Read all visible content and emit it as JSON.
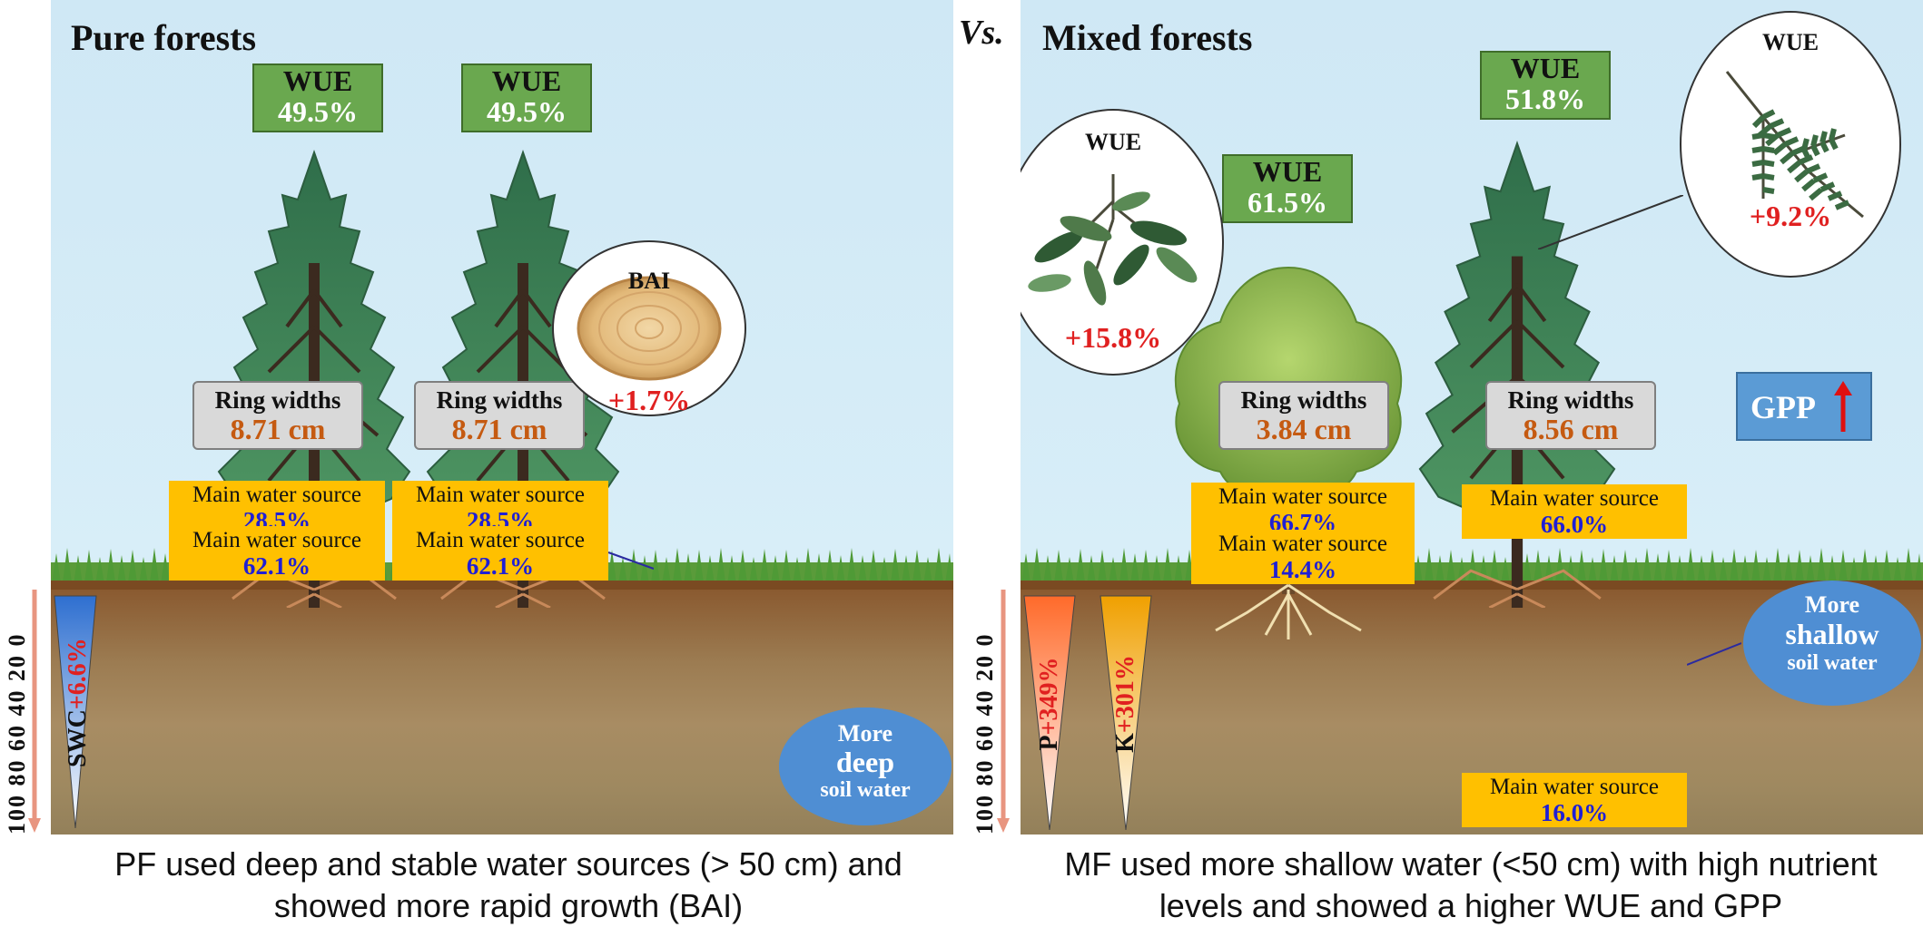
{
  "left_panel": {
    "title": "Pure forests",
    "trees": [
      {
        "wue_label": "WUE",
        "wue_value": "49.5%",
        "ring_label": "Ring widths",
        "ring_value": "8.71 cm",
        "sources": [
          {
            "label": "Main water source",
            "value": "28.5%"
          },
          {
            "label": "Main water source",
            "value": "62.1%"
          }
        ]
      },
      {
        "wue_label": "WUE",
        "wue_value": "49.5%",
        "ring_label": "Ring widths",
        "ring_value": "8.71 cm",
        "sources": [
          {
            "label": "Main water source",
            "value": "28.5%"
          },
          {
            "label": "Main water source",
            "value": "62.1%"
          }
        ]
      }
    ],
    "bai": {
      "label": "BAI",
      "value": "+1.7%"
    },
    "indicator": {
      "label": "SWC",
      "value": "+6.6%"
    },
    "bubble": {
      "line1": "More",
      "line2": "deep",
      "line3": "soil water"
    },
    "depth_axis": "100 80 60 40 20 0",
    "caption": "PF used deep and stable water sources (> 50 cm) and showed more rapid growth (BAI)"
  },
  "vs_label": "Vs.",
  "right_panel": {
    "title": "Mixed forests",
    "broadleaf": {
      "wue_label": "WUE",
      "wue_value": "61.5%",
      "ring_label": "Ring widths",
      "ring_value": "3.84 cm",
      "sources": [
        {
          "label": "Main water source",
          "value": "66.7%"
        },
        {
          "label": "Main water source",
          "value": "14.4%"
        }
      ],
      "leaf_label": "WUE",
      "leaf_value": "+15.8%"
    },
    "conifer": {
      "wue_label": "WUE",
      "wue_value": "51.8%",
      "ring_label": "Ring widths",
      "ring_value": "8.56 cm",
      "sources": [
        {
          "label": "Main water source",
          "value": "66.0%"
        },
        {
          "label": "Main water source",
          "value": "16.0%"
        }
      ],
      "leaf_label": "WUE",
      "leaf_value": "+9.2%"
    },
    "gpp_label": "GPP",
    "indicators": [
      {
        "label": "P",
        "value": "+349%"
      },
      {
        "label": "K",
        "value": "+301%"
      }
    ],
    "bubble": {
      "line1": "More",
      "line2": "shallow",
      "line3": "soil water"
    },
    "depth_axis": "100 80 60 40 20 0",
    "caption": "MF used more shallow water (<50 cm) with high nutrient levels and showed a higher WUE and GPP"
  }
}
